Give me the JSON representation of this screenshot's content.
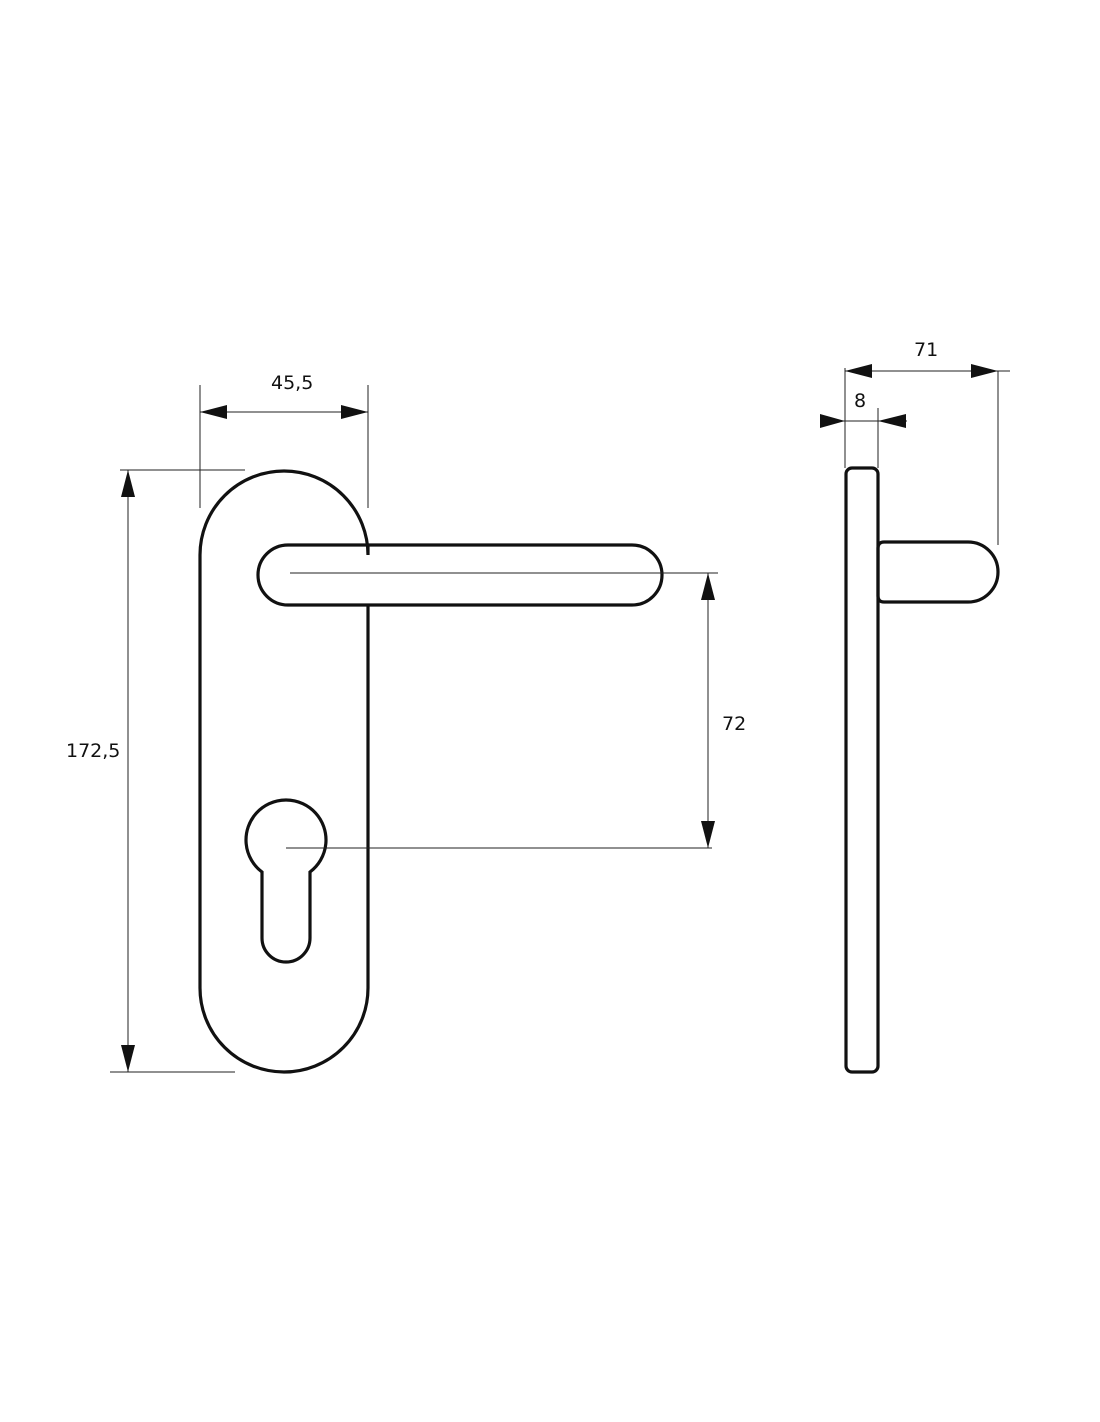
{
  "dimensions": {
    "plate_width": "45,5",
    "plate_height": "172,5",
    "handle_to_cylinder": "72",
    "plate_thickness": "8",
    "handle_projection": "71"
  }
}
